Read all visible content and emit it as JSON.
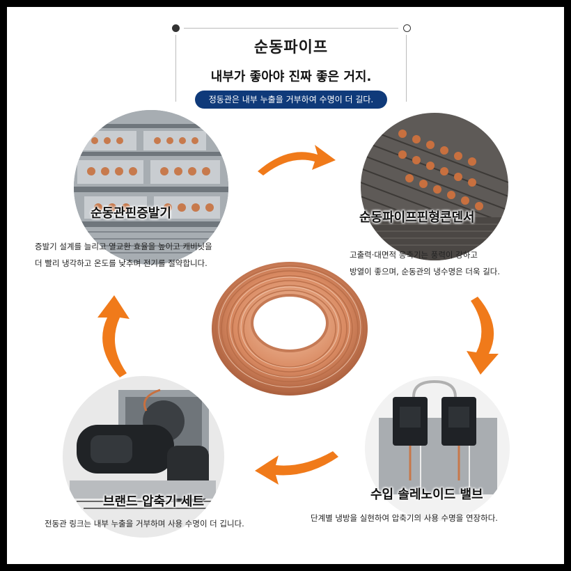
{
  "header": {
    "title": "순동파이프",
    "subtitle": "내부가 좋아야 진짜 좋은 거지.",
    "badge": "정동관은 내부 누출을 거부하여 수명이 더 길다."
  },
  "items": [
    {
      "name": "순동관핀증발기",
      "desc1": "증발기 설계를 늘리고 열교환 효율을 높이고 캐비닛을",
      "desc2": "더 빨리 냉각하고 온도를 낮추며 전기를 절약합니다."
    },
    {
      "name": "순동파이프핀형콘덴서",
      "desc1": "고출력·대면적 응축기는 풍력이 강하고",
      "desc2": "방열이 좋으며, 순동관의 냉수명은 더욱 길다."
    },
    {
      "name": "브랜드 압축기 세트",
      "desc1": "전동관 링크는 내부 누출을 거부하며 사용 수명이 더 깁니다."
    },
    {
      "name": "수입 솔레노이드 밸브",
      "desc1": "단계별 냉방을 실현하여 압축기의 사용 수명을 연장하다."
    }
  ],
  "colors": {
    "arrow": "#f07a1a",
    "badge_bg": "#0f3a7a",
    "copper": "#d98a62"
  }
}
